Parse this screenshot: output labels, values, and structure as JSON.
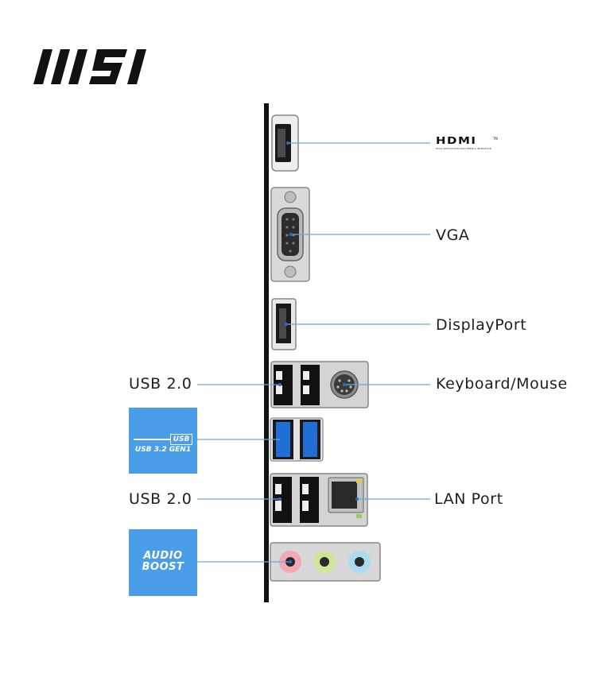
{
  "brand": {
    "logo_text": "MSI"
  },
  "hdmi": {
    "logo_text": "HDMI",
    "tm": "TM",
    "tagline": "HIGH-DEFINITION MULTIMEDIA INTERFACE"
  },
  "labels": {
    "vga": "VGA",
    "displayport": "DisplayPort",
    "keyboard_mouse": "Keyboard/Mouse",
    "usb20_top": "USB 2.0",
    "usb20_bottom": "USB 2.0",
    "lan": "LAN Port"
  },
  "badges": {
    "usb32": {
      "tag": "USB",
      "line": "USB 3.2 GEN1"
    },
    "audio": {
      "line1": "AUDIO",
      "line2": "BOOST"
    }
  },
  "colors": {
    "badge_blue": "#4a9ee8",
    "leader_line": "#6aa9d8",
    "usb3_blue": "#1f6fd6",
    "audio_pink": "#f2a9b3",
    "audio_green": "#cfe59a",
    "audio_blue": "#a9dcf0"
  }
}
